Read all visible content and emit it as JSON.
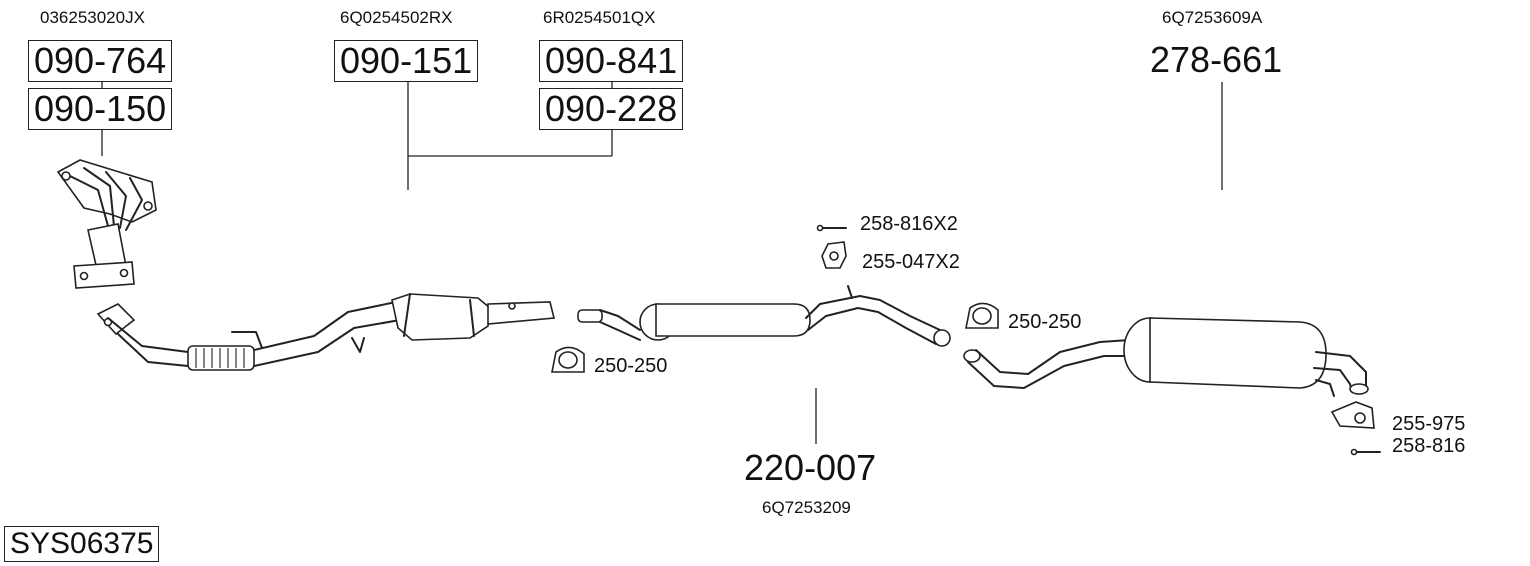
{
  "diagram_id": "SYS06375",
  "manifold": {
    "oe": "036253020JX",
    "part_top": "090-764",
    "part_bottom": "090-150"
  },
  "front_cat": {
    "oe": "6Q0254502RX",
    "part": "090-151"
  },
  "front_cat_alt": {
    "oe": "6R0254501QX",
    "part_top": "090-841",
    "part_bottom": "090-228"
  },
  "middle_silencer": {
    "oe": "6Q7253209",
    "part": "220-007"
  },
  "rear_silencer": {
    "oe": "6Q7253609A",
    "part": "278-661"
  },
  "accessories": {
    "bolt_mid": "258-816X2",
    "rubber_mid": "255-047X2",
    "clamp_front": "250-250",
    "clamp_rear": "250-250",
    "rubber_rear": "255-975",
    "bolt_rear": "258-816"
  }
}
